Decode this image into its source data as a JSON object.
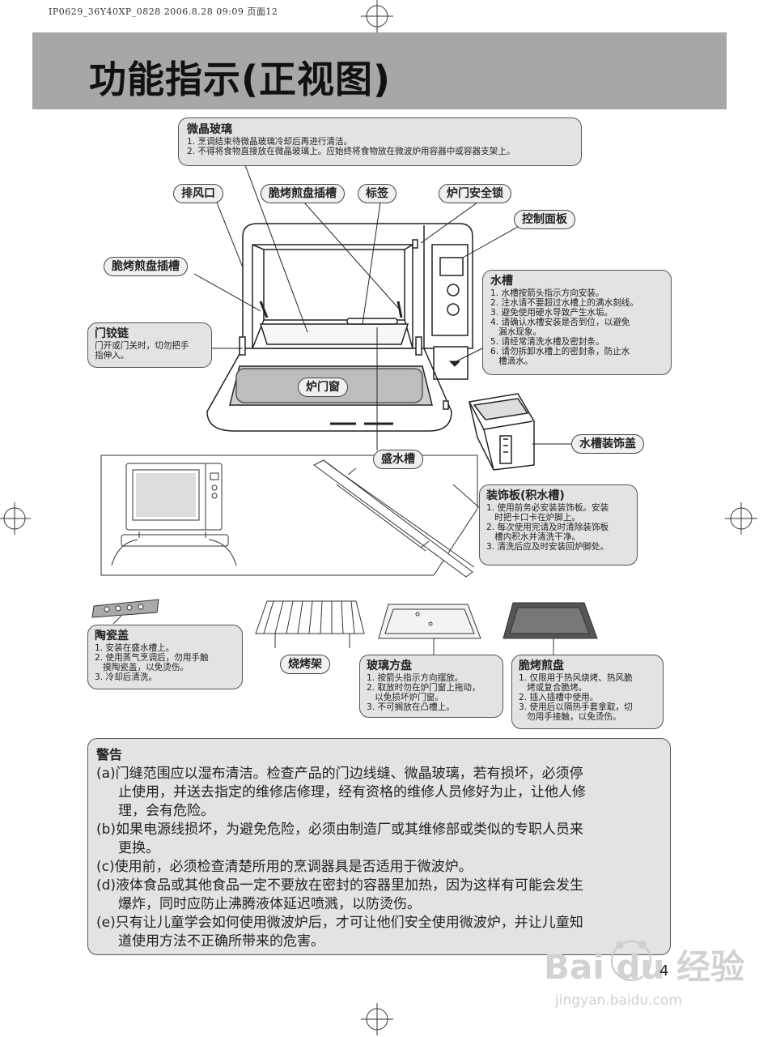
{
  "print_header": "IP0629_36Y40XP_0828  2006.8.28 09:09  页面12",
  "page_title": "功能指示(正视图)",
  "callouts": {
    "glass": {
      "title": "微晶玻璃",
      "lines": [
        "1. 烹调结束待微晶玻璃冷却后再进行清洁。",
        "2. 不得将食物直接放在微晶玻璃上。应始终将食物放在微波炉用容器中或容器支架上。"
      ]
    },
    "vent": "排风口",
    "crisp_slot_top": "脆烤煎盘插槽",
    "label_tag": "标签",
    "door_lock": "炉门安全锁",
    "control_panel": "控制面板",
    "crisp_slot_left": "脆烤煎盘插槽",
    "hinge": {
      "title": "门铰链",
      "lines": [
        "门开或门关时，切勿把手",
        "指伸入。"
      ]
    },
    "tank": {
      "title": "水槽",
      "lines": [
        "1. 水槽按箭头指示方向安装。",
        "2. 注水请不要超过水槽上的满水刻线。",
        "3. 避免使用硬水导致产生水垢。",
        "4. 请确认水槽安装是否到位，以避免",
        "   漏水现象。",
        "5. 请经常清洗水槽及密封条。",
        "6. 请勿拆卸水槽上的密封条，防止水",
        "   槽滴水。"
      ]
    },
    "door_window": "炉门窗",
    "drip_tray": "盛水槽",
    "tank_cover": "水槽装饰盖",
    "deco_board": {
      "title": "装饰板(积水槽)",
      "lines": [
        "1. 使用前务必安装装饰板。安装",
        "   时把卡口卡在炉脚上。",
        "2. 每次使用完请及时清除装饰板",
        "   槽内积水并清洗干净。",
        "3. 清洗后应及时安装回炉脚处。"
      ]
    },
    "ceramic": {
      "title": "陶瓷盖",
      "lines": [
        "1. 安装在盛水槽上。",
        "2. 使用蒸气烹调后，勿用手触",
        "   摸陶瓷盖，以免烫伤。",
        "3. 冷却后清洗。"
      ]
    },
    "rack": "烧烤架",
    "glass_tray": {
      "title": "玻璃方盘",
      "lines": [
        "1. 按箭头指示方向摆放。",
        "2. 取放时勿在炉门窗上拖动，",
        "   以免损坏炉门窗。",
        "3. 不可搁放在凸槽上。"
      ]
    },
    "crisp_pan": {
      "title": "脆烤煎盘",
      "lines": [
        "1. 仅限用于热风烧烤、热风脆",
        "   烤或复合脆烤。",
        "2. 插入插槽中使用。",
        "3. 使用后以隔热手套拿取，切",
        "   勿用手接触，以免烫伤。"
      ]
    }
  },
  "warning": {
    "title": "警告",
    "items": [
      "(a)门缝范围应以湿布清洁。检查产品的门边线缝、微晶玻璃，若有损坏，必须停",
      "     止使用，并送去指定的维修店修理，经有资格的维修人员修好为止，让他人修",
      "     理，会有危险。",
      "(b)如果电源线损坏，为避免危险，必须由制造厂或其维修部或类似的专职人员来",
      "     更换。",
      "(c)使用前，必须检查清楚所用的烹调器具是否适用于微波炉。",
      "(d)液体食品或其他食品一定不要放在密封的容器里加热，因为这样有可能会发生",
      "     爆炸，同时应防止沸腾液体延迟喷溅，以防烫伤。",
      "(e)只有让儿童学会如何使用微波炉后，才可让他们安全使用微波炉，并让儿童知",
      "     道使用方法不正确所带来的危害。"
    ]
  },
  "page_number": "4",
  "watermark": {
    "brand": "Bai du 经验",
    "url": "jingyan.baidu.com"
  }
}
